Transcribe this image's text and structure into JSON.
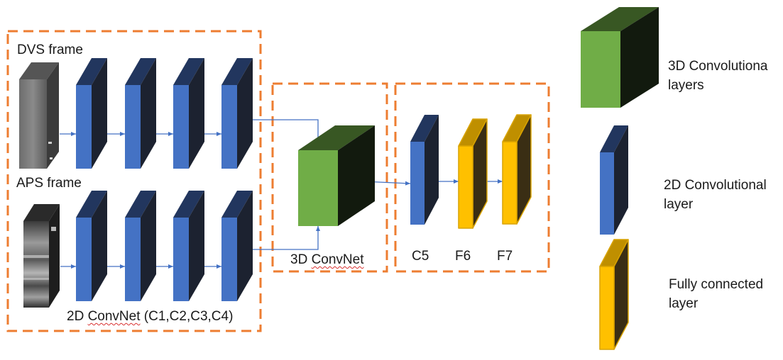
{
  "colors": {
    "dashed_box": "#ED7D31",
    "conv2d_front": "#4472C4",
    "conv2d_top": "#22365E",
    "conv2d_side": "#1C2230",
    "conv3d_front": "#70AD47",
    "conv3d_top": "#385723",
    "conv3d_side": "#121A0E",
    "fc_front": "#FFC000",
    "fc_top": "#BF8F00",
    "fc_side": "#3A2E14",
    "arrow": "#4472C4"
  },
  "inputs": {
    "dvs_label": "DVS frame",
    "aps_label": "APS frame"
  },
  "modules": {
    "conv2d_label": "2D ",
    "conv2d_label_underlined": "ConvNet",
    "conv2d_label_suffix": " (C1,C2,C3,C4)",
    "conv3d_label_prefix": "3D ",
    "conv3d_label_underlined": "ConvNet",
    "head_labels": [
      "C5",
      "F6",
      "F7"
    ]
  },
  "legend": [
    {
      "kind": "3d-conv",
      "line1": "3D Convolutiona",
      "line2": "layers"
    },
    {
      "kind": "2d-conv",
      "line1": "2D Convolutional",
      "line2": "layer"
    },
    {
      "kind": "fc",
      "line1": "Fully connected",
      "line2": "layer"
    }
  ]
}
